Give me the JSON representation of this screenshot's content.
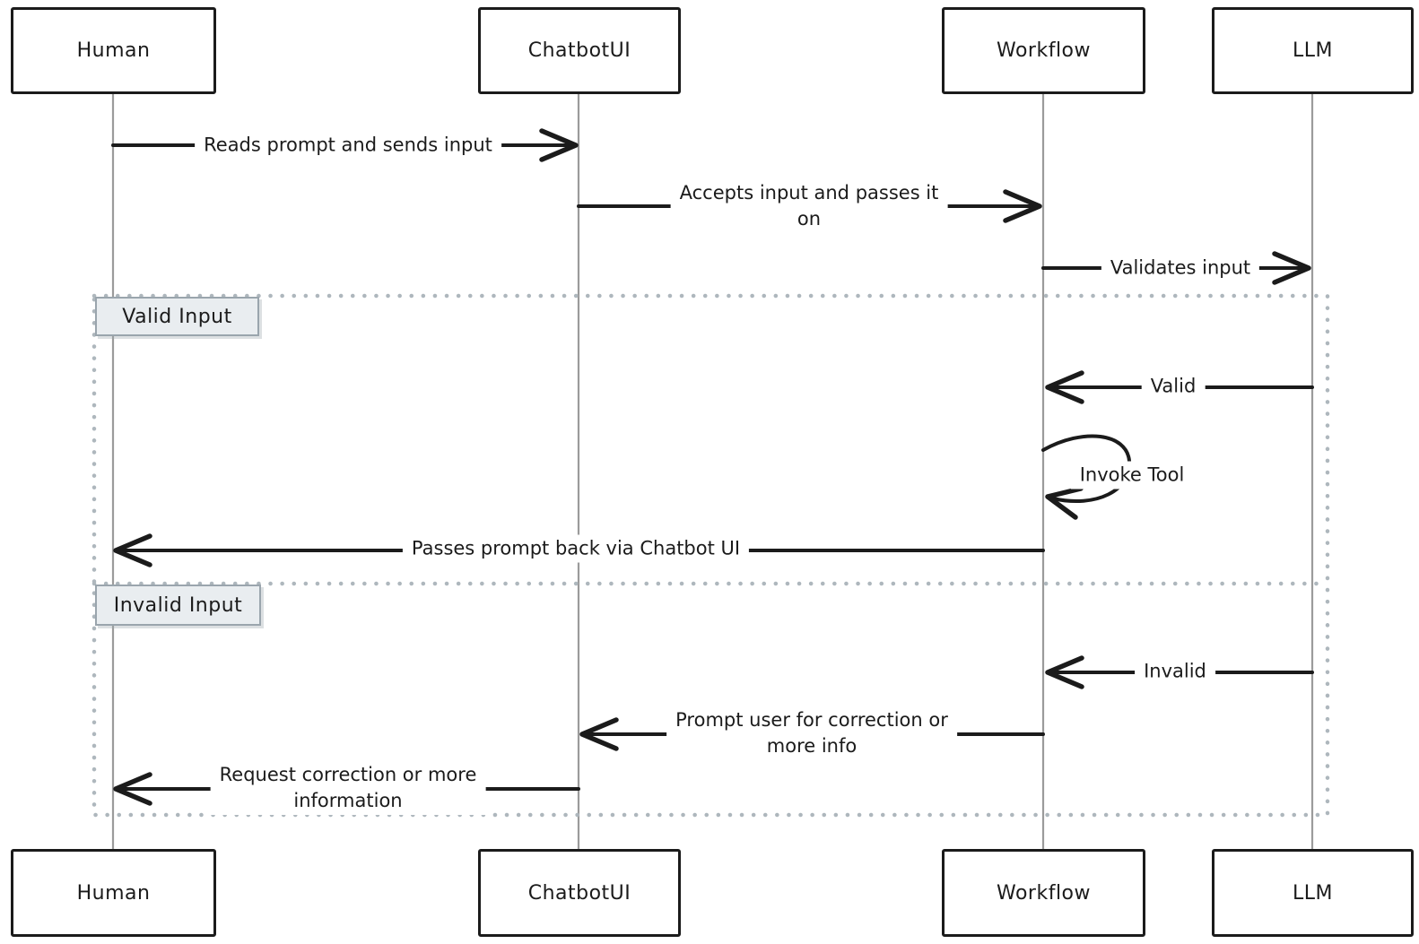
{
  "diagram": {
    "type": "sequence",
    "actors": [
      {
        "label": "Human"
      },
      {
        "label": "ChatbotUI"
      },
      {
        "label": "Workflow"
      },
      {
        "label": "LLM"
      }
    ],
    "sections": [
      {
        "label": "Valid Input"
      },
      {
        "label": "Invalid Input"
      }
    ],
    "messages": [
      {
        "from": "Human",
        "to": "ChatbotUI",
        "label": "Reads prompt and sends input",
        "lines": [
          "Reads prompt and sends input"
        ]
      },
      {
        "from": "ChatbotUI",
        "to": "Workflow",
        "label": "Accepts input and passes it on",
        "lines": [
          "Accepts input and passes it",
          "on"
        ]
      },
      {
        "from": "Workflow",
        "to": "LLM",
        "label": "Validates input",
        "lines": [
          "Validates input"
        ]
      },
      {
        "from": "LLM",
        "to": "Workflow",
        "label": "Valid",
        "lines": [
          "Valid"
        ],
        "section": "Valid Input"
      },
      {
        "from": "Workflow",
        "to": "Workflow",
        "label": "Invoke Tool",
        "lines": [
          "Invoke Tool"
        ],
        "section": "Valid Input"
      },
      {
        "from": "Workflow",
        "to": "Human",
        "label": "Passes prompt back via Chatbot UI",
        "lines": [
          "Passes prompt back via Chatbot UI"
        ],
        "section": "Valid Input"
      },
      {
        "from": "LLM",
        "to": "Workflow",
        "label": "Invalid",
        "lines": [
          "Invalid"
        ],
        "section": "Invalid Input"
      },
      {
        "from": "Workflow",
        "to": "ChatbotUI",
        "label": "Prompt user for correction or more info",
        "lines": [
          "Prompt user for correction or",
          "more info"
        ],
        "section": "Invalid Input"
      },
      {
        "from": "ChatbotUI",
        "to": "Human",
        "label": "Request correction or more information",
        "lines": [
          "Request correction or more",
          "information"
        ],
        "section": "Invalid Input"
      }
    ],
    "colors": {
      "ink": "#1b1b1b",
      "lifeline": "#9b9b9b",
      "frame_dots": "#aeb7bd",
      "section_label_fill": "#e9edf0",
      "section_label_border": "#9aa5ad",
      "background": "#ffffff"
    }
  }
}
